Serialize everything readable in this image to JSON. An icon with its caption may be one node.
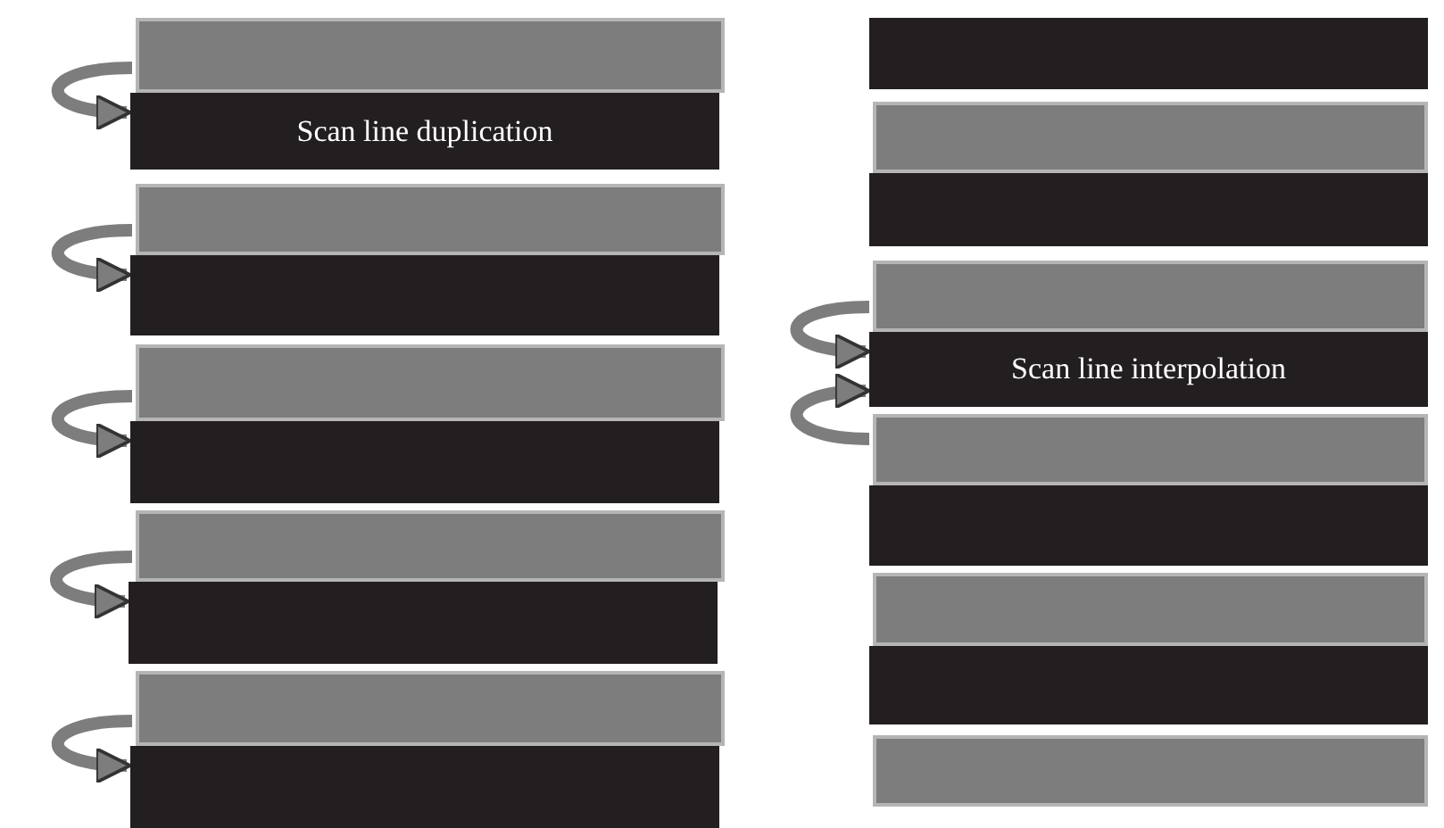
{
  "diagram": {
    "nodes": [
      {
        "text": [],
        "shape": "bar"
      },
      {
        "text": [
          "Scan line duplication"
        ]
      },
      {
        "text": [],
        "shape": "bar"
      },
      {
        "text": [],
        "shape": "bar"
      },
      {
        "text": [],
        "shape": "bar"
      },
      {
        "text": [],
        "shape": "bar"
      },
      {
        "text": [],
        "shape": "bar"
      },
      {
        "text": [],
        "shape": "bar"
      },
      {
        "text": [],
        "shape": "bar"
      },
      {
        "text": [],
        "shape": "bar"
      },
      {
        "text": [],
        "shape": "bar"
      },
      {
        "text": [],
        "shape": "bar"
      },
      {
        "text": [],
        "shape": "bar"
      },
      {
        "text": [],
        "shape": "bar"
      },
      {
        "text": [
          "Scan line interpolation"
        ]
      },
      {
        "text": [],
        "shape": "bar"
      },
      {
        "text": [],
        "shape": "bar"
      },
      {
        "text": [],
        "shape": "bar"
      },
      {
        "text": [],
        "shape": "bar"
      },
      {
        "text": [],
        "shape": "bar"
      }
    ],
    "edges": [
      {
        "from": 0,
        "to": 1,
        "arrow": "to"
      },
      {
        "from": 2,
        "to": 3,
        "arrow": "to"
      },
      {
        "from": 4,
        "to": 5,
        "arrow": "to"
      },
      {
        "from": 6,
        "to": 7,
        "arrow": "to"
      },
      {
        "from": 8,
        "to": 9,
        "arrow": "to"
      },
      {
        "from": 13,
        "to": 14,
        "arrow": "to"
      },
      {
        "from": 15,
        "to": 14,
        "arrow": "to"
      }
    ]
  }
}
